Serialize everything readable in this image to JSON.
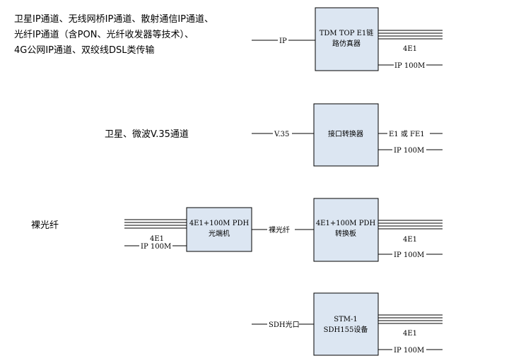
{
  "descriptions": {
    "row1_line1": "卫星IP通道、无线网桥IP通道、散射通信IP通道、",
    "row1_line2": "光纤IP通道（含PON、光纤收发器等技术）、",
    "row1_line3": "4G公网IP通道、双绞线DSL类传输",
    "row2": "卫星、微波V.35通道",
    "row3": "裸光纤"
  },
  "devices": {
    "tdm_line1": "TDM TOP E1链",
    "tdm_line2": "路仿真器",
    "converter": "接口转换器",
    "pdh_left_line1": "4E1+100M PDH",
    "pdh_left_line2": "光端机",
    "pdh_right_line1": "4E1+100M PDH",
    "pdh_right_line2": "转换板",
    "sdh_line1": "STM-1",
    "sdh_line2": "SDH155设备"
  },
  "labels": {
    "ip": "IP",
    "e4_1": "4E1",
    "ip100_1": "IP 100M",
    "v35": "V.35",
    "e1_or_fe1": "E1 或 FE1",
    "ip100_2": "IP 100M",
    "e4_left": "4E1",
    "ip100_left": "IP 100M",
    "bare_fiber": "裸光纤",
    "e4_3": "4E1",
    "ip100_3": "IP 100M",
    "sdh_port": "SDH光口",
    "e4_4": "4E1",
    "ip100_4": "IP 100M"
  },
  "colors": {
    "box_fill": "#dce6f2",
    "line": "#000000"
  }
}
